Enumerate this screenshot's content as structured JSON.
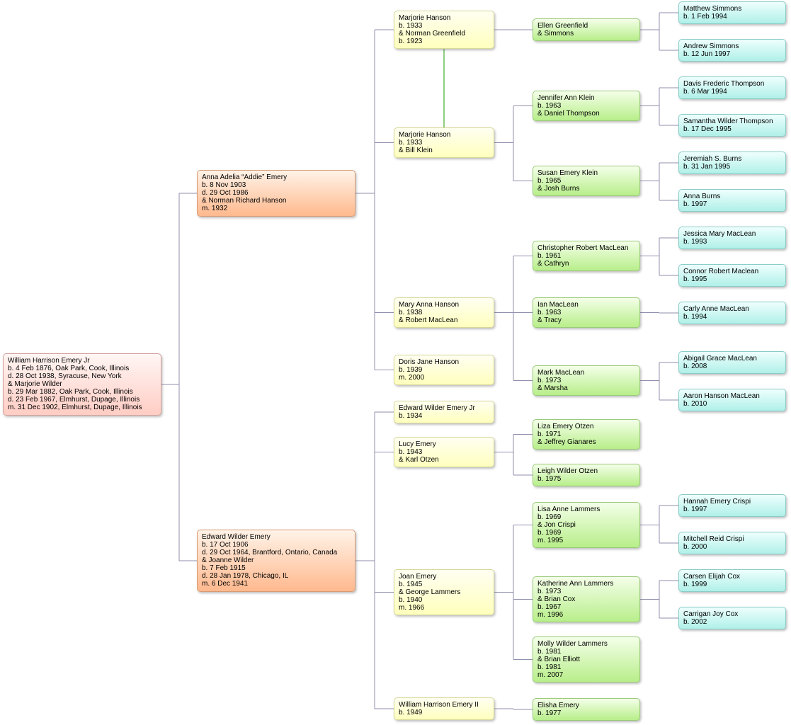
{
  "diagram": {
    "type": "family-tree",
    "line_color": "#8f8fae",
    "same_person_link_color": "#8fce7f",
    "generation_colors": {
      "gen1": "#ffcdc4",
      "gen2": "#ffb98e",
      "gen3": "#ffffbe",
      "gen4": "#b8ee8a",
      "gen5": "#b0f0e8"
    }
  },
  "nodes": {
    "william_sr": {
      "name": "William Harrison Emery Jr",
      "text": "William Harrison Emery Jr\nb. 4 Feb 1876, Oak Park, Cook, Illinois\nd. 28 Oct 1938, Syracuse, New York\n& Marjorie Wilder\nb. 29 Mar 1882, Oak Park, Cook, Illinois\nd. 23 Feb 1967, Elmhurst, Dupage, Illinois\nm. 31 Dec 1902, Elmhurst, Dupage, Illinois"
    },
    "anna": {
      "name": "Anna Adelia “Addie” Emery",
      "text": "Anna Adelia “Addie” Emery\nb. 8 Nov 1903\nd. 29 Oct 1986\n& Norman Richard Hanson\nm. 1932"
    },
    "edward": {
      "name": "Edward Wilder Emery",
      "text": "Edward Wilder Emery\nb. 17 Oct 1906\nd. 29 Oct 1964, Brantford, Ontario, Canada\n& Joanne Wilder\nb. 7 Feb 1915\nd. 28 Jan 1978, Chicago, IL\nm. 6 Dec 1941"
    },
    "marjorie1": {
      "name": "Marjorie Hanson",
      "text": "Marjorie Hanson\nb. 1933\n& Norman Greenfield\nb. 1923"
    },
    "marjorie2": {
      "name": "Marjorie Hanson",
      "text": "Marjorie Hanson\nb. 1933\n& Bill Klein"
    },
    "maryanna": {
      "name": "Mary Anna Hanson",
      "text": "Mary Anna Hanson\nb. 1938\n& Robert MacLean"
    },
    "doris": {
      "name": "Doris Jane Hanson",
      "text": "Doris Jane Hanson\nb. 1939\nm. 2000"
    },
    "edwardjr": {
      "name": "Edward Wilder Emery Jr",
      "text": "Edward Wilder Emery Jr\nb. 1934"
    },
    "lucy": {
      "name": "Lucy Emery",
      "text": "Lucy Emery\nb. 1943\n& Karl Otzen"
    },
    "joan": {
      "name": "Joan Emery",
      "text": "Joan Emery\nb. 1945\n& George Lammers\nb. 1940\nm. 1966"
    },
    "william2": {
      "name": "William Harrison Emery II",
      "text": "William Harrison Emery II\nb. 1949"
    },
    "ellen": {
      "name": "Ellen Greenfield",
      "text": "Ellen Greenfield\n& Simmons"
    },
    "jennifer": {
      "name": "Jennifer Ann Klein",
      "text": "Jennifer Ann Klein\nb. 1963\n& Daniel Thompson"
    },
    "susan": {
      "name": "Susan Emery Klein",
      "text": "Susan Emery Klein\nb. 1965\n& Josh Burns"
    },
    "christopher": {
      "name": "Christopher Robert MacLean",
      "text": "Christopher Robert MacLean\nb. 1961\n& Cathryn"
    },
    "ian": {
      "name": "Ian MacLean",
      "text": "Ian MacLean\nb. 1963\n& Tracy"
    },
    "mark": {
      "name": "Mark MacLean",
      "text": "Mark MacLean\nb. 1973\n& Marsha"
    },
    "liza": {
      "name": "Liza Emery Otzen",
      "text": "Liza Emery Otzen\nb. 1971\n& Jeffrey Gianares"
    },
    "leigh": {
      "name": "Leigh Wilder Otzen",
      "text": "Leigh Wilder Otzen\nb. 1975"
    },
    "lisa": {
      "name": "Lisa Anne Lammers",
      "text": "Lisa Anne Lammers\nb. 1969\n& Jon Crispi\nb. 1969\nm. 1995"
    },
    "katherine": {
      "name": "Katherine Ann Lammers",
      "text": "Katherine Ann Lammers\nb. 1973\n& Brian Cox\nb. 1967\nm. 1996"
    },
    "molly": {
      "name": "Molly Wilder Lammers",
      "text": "Molly Wilder Lammers\nb. 1981\n& Brian Elliott\nb. 1981\nm. 2007"
    },
    "elisha": {
      "name": "Elisha Emery",
      "text": "Elisha Emery\nb. 1977"
    },
    "matthew": {
      "name": "Matthew Simmons",
      "text": "Matthew Simmons\nb. 1 Feb 1994"
    },
    "andrew": {
      "name": "Andrew Simmons",
      "text": "Andrew Simmons\nb. 12 Jun 1997"
    },
    "davis": {
      "name": "Davis Frederic Thompson",
      "text": "Davis Frederic Thompson\nb. 6 Mar 1994"
    },
    "samantha": {
      "name": "Samantha Wilder Thompson",
      "text": "Samantha Wilder Thompson\nb. 17 Dec 1995"
    },
    "jeremiah": {
      "name": "Jeremiah S. Burns",
      "text": "Jeremiah S. Burns\nb. 31 Jan 1995"
    },
    "annaburns": {
      "name": "Anna Burns",
      "text": "Anna Burns\nb. 1997"
    },
    "jessica": {
      "name": "Jessica Mary MacLean",
      "text": "Jessica Mary MacLean\nb. 1993"
    },
    "connor": {
      "name": "Connor Robert Maclean",
      "text": "Connor Robert Maclean\nb. 1995"
    },
    "carly": {
      "name": "Carly Anne MacLean",
      "text": "Carly Anne MacLean\nb. 1994"
    },
    "abigail": {
      "name": "Abigail Grace MacLean",
      "text": "Abigail Grace MacLean\nb. 2008"
    },
    "aaron": {
      "name": "Aaron Hanson MacLean",
      "text": "Aaron Hanson MacLean\nb. 2010"
    },
    "hannah": {
      "name": "Hannah Emery Crispi",
      "text": "Hannah Emery Crispi\nb. 1997"
    },
    "mitchell": {
      "name": "Mitchell Reid Crispi",
      "text": "Mitchell Reid Crispi\nb. 2000"
    },
    "carsen": {
      "name": "Carsen Elijah Cox",
      "text": "Carsen Elijah Cox\nb. 1999"
    },
    "carrigan": {
      "name": "Carrigan Joy Cox",
      "text": "Carrigan Joy Cox\nb. 2002"
    }
  },
  "edges": [
    {
      "parent": "william_sr",
      "children": [
        "anna",
        "edward"
      ]
    },
    {
      "parent": "anna",
      "children": [
        "marjorie1",
        "marjorie2",
        "maryanna",
        "doris"
      ]
    },
    {
      "parent": "edward",
      "children": [
        "edwardjr",
        "lucy",
        "joan",
        "william2"
      ]
    },
    {
      "parent": "marjorie1",
      "children": [
        "ellen"
      ]
    },
    {
      "parent": "marjorie2",
      "children": [
        "jennifer",
        "susan"
      ]
    },
    {
      "parent": "maryanna",
      "children": [
        "christopher",
        "ian",
        "mark"
      ]
    },
    {
      "parent": "lucy",
      "children": [
        "liza",
        "leigh"
      ]
    },
    {
      "parent": "joan",
      "children": [
        "lisa",
        "katherine",
        "molly"
      ]
    },
    {
      "parent": "william2",
      "children": [
        "elisha"
      ]
    },
    {
      "parent": "ellen",
      "children": [
        "matthew",
        "andrew"
      ]
    },
    {
      "parent": "jennifer",
      "children": [
        "davis",
        "samantha"
      ]
    },
    {
      "parent": "susan",
      "children": [
        "jeremiah",
        "annaburns"
      ]
    },
    {
      "parent": "christopher",
      "children": [
        "jessica",
        "connor"
      ]
    },
    {
      "parent": "ian",
      "children": [
        "carly"
      ]
    },
    {
      "parent": "mark",
      "children": [
        "abigail",
        "aaron"
      ]
    },
    {
      "parent": "lisa",
      "children": [
        "hannah",
        "mitchell"
      ]
    },
    {
      "parent": "katherine",
      "children": [
        "carsen",
        "carrigan"
      ]
    }
  ],
  "links": [
    {
      "type": "same-person",
      "from": "marjorie1",
      "to": "marjorie2"
    }
  ]
}
